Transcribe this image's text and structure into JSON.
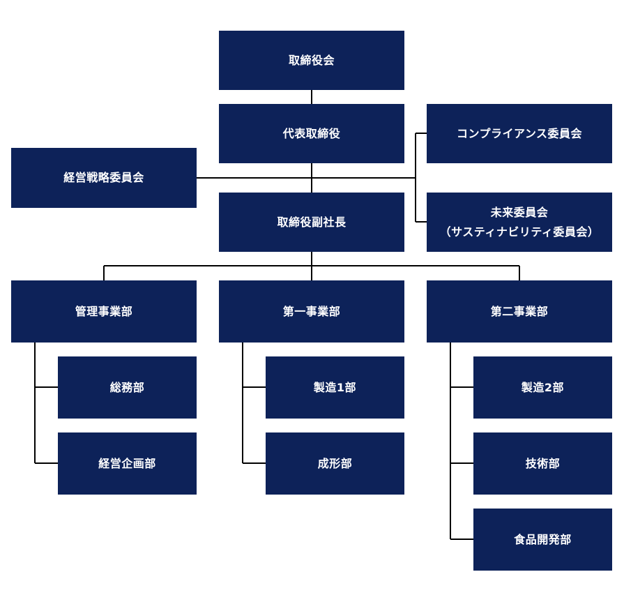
{
  "org": {
    "board": "取締役会",
    "representative": "代表取締役",
    "strategy_committee": "経営戦略委員会",
    "vice_president": "取締役副社長",
    "compliance_committee": "コンプライアンス委員会",
    "future_committee_line1": "未来委員会",
    "future_committee_line2": "（サスティナビリティ委員会）",
    "divisions": {
      "admin": {
        "name": "管理事業部",
        "departments": [
          "総務部",
          "経営企画部"
        ]
      },
      "first": {
        "name": "第一事業部",
        "departments": [
          "製造1部",
          "成形部"
        ]
      },
      "second": {
        "name": "第二事業部",
        "departments": [
          "製造2部",
          "技術部",
          "食品開発部"
        ]
      }
    }
  },
  "colors": {
    "box_fill": "#0d2259",
    "box_text": "#ffffff",
    "connector": "#000000"
  }
}
